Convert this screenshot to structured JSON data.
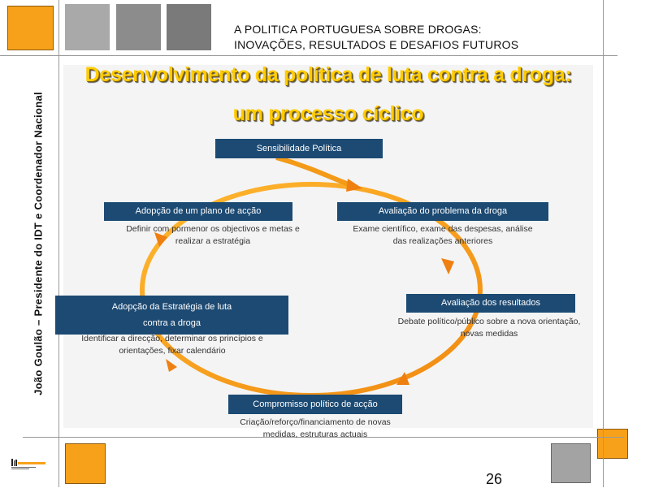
{
  "header": {
    "title_line1": "A POLITICA PORTUGUESA SOBRE DROGAS:",
    "title_line2": "INOVAÇÕES, RESULTADOS E DESAFIOS FUTUROS"
  },
  "sidebar": {
    "author": "João Goulão – Presidente do IDT e Coordenador Nacional"
  },
  "slide": {
    "title_line1": "Desenvolvimento da política de luta contra a droga:",
    "title_line2": "um processo cíclico",
    "page_number": "26"
  },
  "cycle": {
    "sensibilidade": {
      "label": "Sensibilidade Política"
    },
    "avaliacao_problema": {
      "label": "Avaliação do problema da droga",
      "desc1": "Exame científico, exame das despesas, análise",
      "desc2": "das realizações anteriores"
    },
    "avaliacao_resultados": {
      "label": "Avaliação dos resultados",
      "desc1": "Debate político/público sobre a nova orientação,",
      "desc2": "novas medidas"
    },
    "compromisso": {
      "label": "Compromisso político de acção",
      "desc1": "Criação/reforço/financiamento de novas",
      "desc2": "medidas, estruturas actuais"
    },
    "estrategia": {
      "label1": "Adopção da Estratégia de luta",
      "label2": "contra a droga",
      "desc1": "Identificar a direcção, determinar os princípios e",
      "desc2": "orientações, fixar calendário"
    },
    "plano": {
      "label": "Adopção de um plano de acção",
      "desc1": "Definir com pormenor os objectivos e metas e",
      "desc2": "realizar a estratégia"
    }
  },
  "colors": {
    "accent_orange": "#f7a11a",
    "box_blue": "#1c4a73",
    "title_yellow": "#ffcc00"
  }
}
